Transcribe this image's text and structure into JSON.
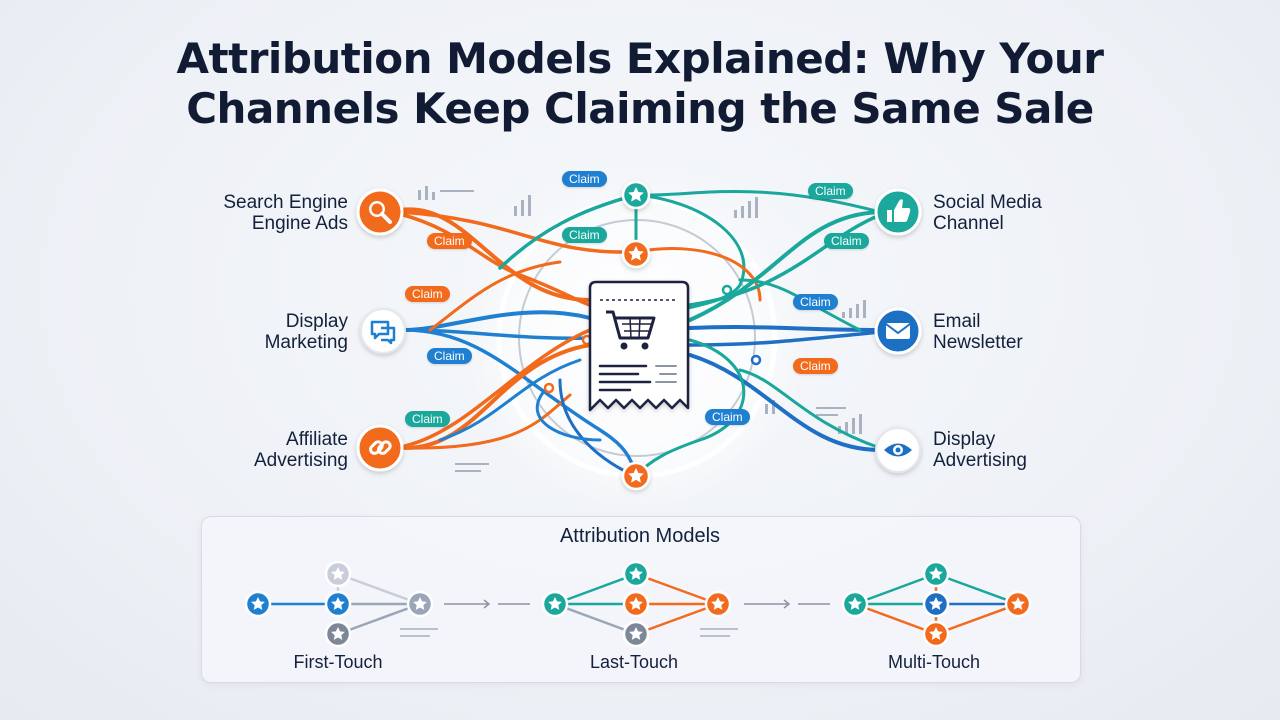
{
  "title": {
    "line1": "Attribution Models Explained: Why Your",
    "line2": "Channels Keep Claiming the Same Sale"
  },
  "channels": {
    "search": {
      "line1": "Search Engine",
      "line2": "Engine Ads",
      "icon": "magnifier-icon",
      "color": "#f26a1b"
    },
    "display_marketing": {
      "line1": "Display",
      "line2": "Marketing",
      "icon": "chat-bubbles-icon",
      "color": "#1f7fd0"
    },
    "affiliate": {
      "line1": "Affiliate",
      "line2": "Advertising",
      "icon": "link-icon",
      "color": "#f26a1b"
    },
    "social": {
      "line1": "Social Media",
      "line2": "Channel",
      "icon": "thumbs-up-icon",
      "color": "#1aa89c"
    },
    "email": {
      "line1": "Email",
      "line2": "Newsletter",
      "icon": "envelope-icon",
      "color": "#1f6fc4"
    },
    "display_advertising": {
      "line1": "Display",
      "line2": "Advertising",
      "icon": "eye-icon",
      "color": "#1f6fc4"
    }
  },
  "claim_text": "Claim",
  "center": {
    "icon": "receipt-cart-icon"
  },
  "models_panel": {
    "title": "Attribution Models",
    "models": [
      "First-Touch",
      "Last-Touch",
      "Multi-Touch"
    ]
  },
  "colors": {
    "orange": "#f26a1b",
    "blue": "#1f7fd0",
    "teal": "#1aa89c",
    "gray": "#8b95a5",
    "text": "#14213d"
  }
}
